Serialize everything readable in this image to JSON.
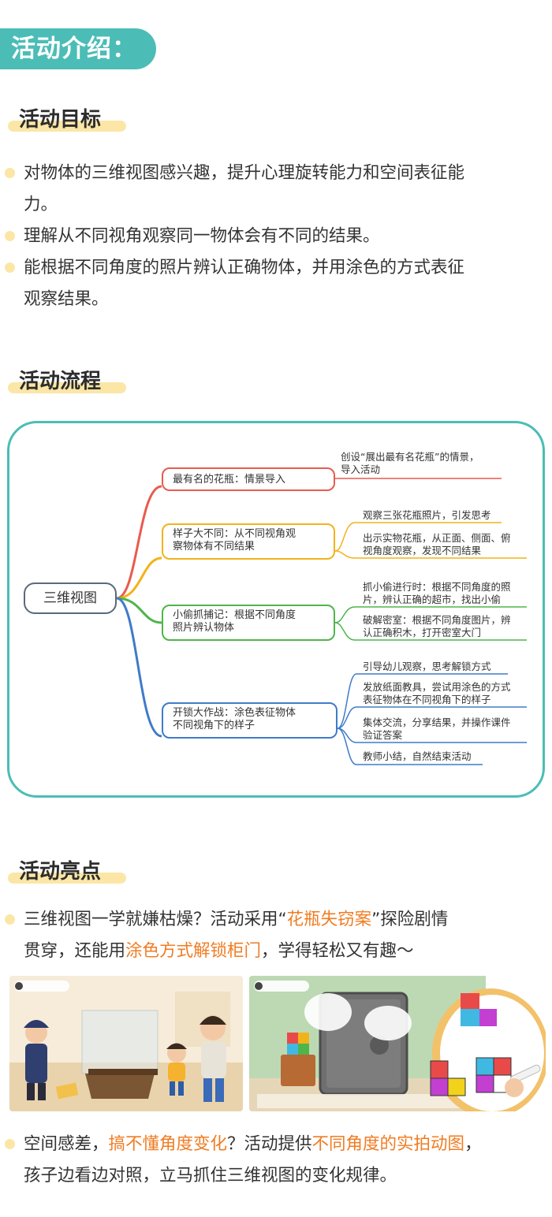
{
  "header": {
    "title": "活动介绍："
  },
  "goals": {
    "heading": "活动目标",
    "items": [
      {
        "line1": "对物体的三维视图感兴趣，提升心理旋转能力和空间表征能",
        "line2": "力。"
      },
      {
        "line1": "理解从不同视角观察同一物体会有不同的结果。",
        "line2": ""
      },
      {
        "line1": "能根据不同角度的照片辨认正确物体，并用涂色的方式表征",
        "line2": "观察结果。"
      }
    ]
  },
  "process": {
    "heading": "活动流程",
    "mindmap": {
      "root": "三维视图",
      "branches": [
        {
          "label": "最有名的花瓶：情景导入",
          "color": "#e85b4e",
          "leaves": [
            {
              "l1": "创设“展出最有名花瓶”的情景，",
              "l2": "导入活动"
            }
          ]
        },
        {
          "label_l1": "样子大不同：从不同视角观",
          "label_l2": "察物体有不同结果",
          "color": "#f2b31a",
          "leaves": [
            {
              "l1": "观察三张花瓶照片，引发思考",
              "l2": ""
            },
            {
              "l1": "出示实物花瓶，从正面、侧面、俯",
              "l2": "视角度观察，发现不同结果"
            }
          ]
        },
        {
          "label_l1": "小偷抓捕记：根据不同角度",
          "label_l2": "照片辨认物体",
          "color": "#4fb54a",
          "leaves": [
            {
              "l1": "抓小偷进行时：根据不同角度的照",
              "l2": "片，辨认正确的超市，找出小偷"
            },
            {
              "l1": "破解密室：根据不同角度图片，辨",
              "l2": "认正确积木，打开密室大门"
            }
          ]
        },
        {
          "label_l1": "开锁大作战：涂色表征物体",
          "label_l2": "不同视角下的样子",
          "color": "#3f7bc8",
          "leaves": [
            {
              "l1": "引导幼儿观察，思考解锁方式",
              "l2": ""
            },
            {
              "l1": "发放纸面教具，尝试用涂色的方式",
              "l2": "表征物体在不同视角下的样子"
            },
            {
              "l1": "集体交流，分享结果，并操作课件",
              "l2": "验证答案"
            },
            {
              "l1": "教师小结，自然结束活动",
              "l2": ""
            }
          ]
        }
      ]
    }
  },
  "highlights": {
    "heading": "活动亮点",
    "item1": {
      "p1": "三维视图一学就嫌枯燥？活动采用“",
      "hl1": "花瓶失窃案",
      "p2": "”探险剧情",
      "p3": "贯穿，还能用",
      "hl2": "涂色方式解锁柜门",
      "p4": "，学得轻松又有趣～"
    },
    "item2": {
      "p1": "空间感差，",
      "hl1": "搞不懂角度变化",
      "p2": "？活动提供",
      "hl2": "不同角度的实拍动图",
      "p3": "，",
      "p4": "孩子边看边对照，立马抓住三维视图的变化规律。"
    }
  },
  "colors": {
    "teal": "#4bbdb6",
    "highlight_yellow": "#fbe6a6",
    "orange": "#f07c22"
  }
}
